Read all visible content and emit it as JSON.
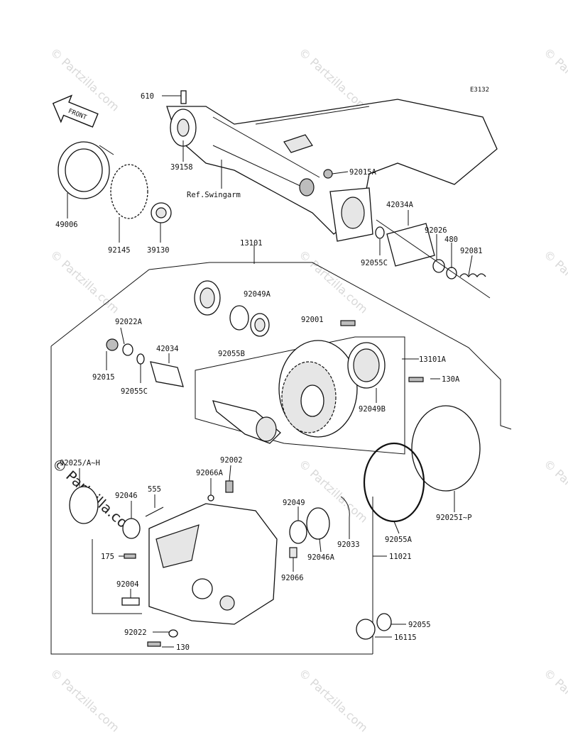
{
  "diagram_code": "E3132",
  "front_label": "FRONT",
  "watermark": "© Partzilla.com",
  "ref_label": "Ref.Swingarm",
  "parts": {
    "p610": "610",
    "p39158": "39158",
    "p92015A": "92015A",
    "p49006": "49006",
    "p92145": "92145",
    "p39130": "39130",
    "p42034A": "42034A",
    "p92026": "92026",
    "p480": "480",
    "p92081": "92081",
    "p92055C_top": "92055C",
    "p13101": "13101",
    "p92049A": "92049A",
    "p92001": "92001",
    "p92055B": "92055B",
    "p92022A": "92022A",
    "p92015": "92015",
    "p42034": "42034",
    "p92055C": "92055C",
    "p13101A": "13101A",
    "p130A": "130A",
    "p92049B": "92049B",
    "p92025": "92025/A~H",
    "p92002": "92002",
    "p92066A": "92066A",
    "p555": "555",
    "p92046": "92046",
    "p92049": "92049",
    "p92033": "92033",
    "p92055A": "92055A",
    "p92025I": "92025I~P",
    "p175": "175",
    "p92004": "92004",
    "p92046A": "92046A",
    "p92066": "92066",
    "p11021": "11021",
    "p92022": "92022",
    "p130": "130",
    "p92055": "92055",
    "p16115": "16115"
  }
}
